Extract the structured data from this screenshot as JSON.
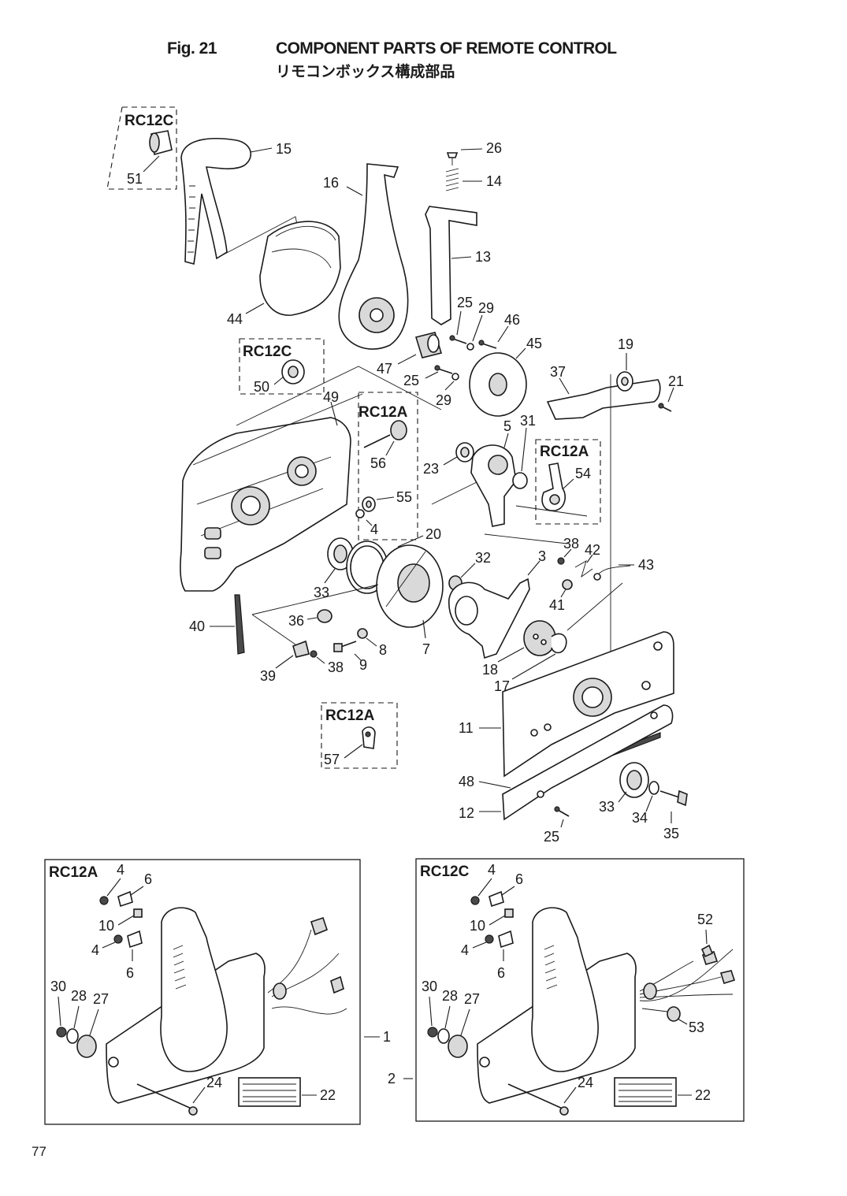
{
  "header": {
    "figure_number": "Fig. 21",
    "title_en": "COMPONENT PARTS OF REMOTE CONTROL",
    "title_jp": "リモコンボックス構成部品"
  },
  "variants": {
    "rc12c": "RC12C",
    "rc12a": "RC12A"
  },
  "callouts": {
    "c1": "1",
    "c2": "2",
    "c3": "3",
    "c4": "4",
    "c5": "5",
    "c6": "6",
    "c7": "7",
    "c8": "8",
    "c9": "9",
    "c10": "10",
    "c11": "11",
    "c12": "12",
    "c13": "13",
    "c14": "14",
    "c15": "15",
    "c16": "16",
    "c17": "17",
    "c18": "18",
    "c19": "19",
    "c20": "20",
    "c21": "21",
    "c22": "22",
    "c23": "23",
    "c24": "24",
    "c25": "25",
    "c26": "26",
    "c27": "27",
    "c28": "28",
    "c29": "29",
    "c30": "30",
    "c31": "31",
    "c32": "32",
    "c33": "33",
    "c34": "34",
    "c35": "35",
    "c36": "36",
    "c37": "37",
    "c38": "38",
    "c39": "39",
    "c40": "40",
    "c41": "41",
    "c42": "42",
    "c43": "43",
    "c44": "44",
    "c45": "45",
    "c46": "46",
    "c47": "47",
    "c48": "48",
    "c49": "49",
    "c50": "50",
    "c51": "51",
    "c52": "52",
    "c53": "53",
    "c54": "54",
    "c55": "55",
    "c56": "56",
    "c57": "57"
  },
  "footer": {
    "page_number": "77"
  }
}
